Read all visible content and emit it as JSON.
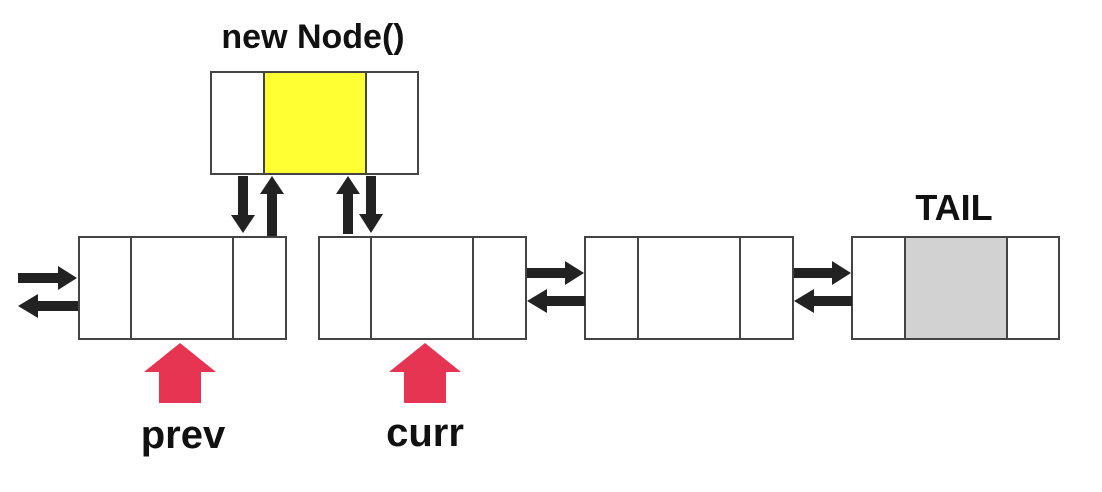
{
  "labels": {
    "new_node": "new Node()",
    "tail": "TAIL",
    "prev": "prev",
    "curr": "curr"
  },
  "colors": {
    "cell_fill": "#ffffff",
    "cell_stroke": "#444444",
    "new_node_data": "#ffff33",
    "tail_data": "#d3d2d3",
    "link_arrow": "#222222",
    "pointer_arrow": "#e63553"
  },
  "nodes": [
    {
      "id": "new-node",
      "data_color": "new_node_data"
    },
    {
      "id": "prev-node",
      "data_color": "cell_fill"
    },
    {
      "id": "curr-node",
      "data_color": "cell_fill"
    },
    {
      "id": "node-3",
      "data_color": "cell_fill"
    },
    {
      "id": "tail-node",
      "data_color": "tail_data"
    }
  ]
}
